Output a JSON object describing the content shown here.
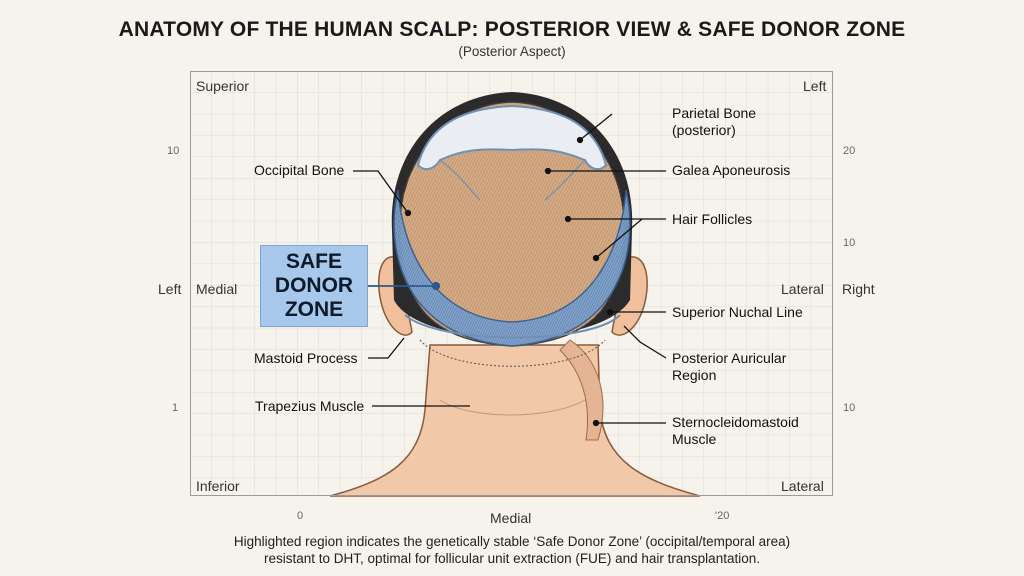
{
  "title": "ANATOMY OF THE HUMAN SCALP: POSTERIOR VIEW & SAFE DONOR ZONE",
  "subtitle": "(Posterior Aspect)",
  "corners": {
    "superior": "Superior",
    "left_top": "Left",
    "inferior": "Inferior",
    "lateral_bottom": "Lateral",
    "left_mid": "Left",
    "medial_mid": "Medial",
    "lateral_mid": "Lateral",
    "right_mid": "Right",
    "medial_bottom": "Medial"
  },
  "ticks": {
    "left_10": "10",
    "left_1": "1",
    "right_20": "20",
    "right_10a": "10",
    "right_10b": "10",
    "bottom_0": "0",
    "bottom_20": "'20"
  },
  "labels": {
    "occipital_bone": "Occipital Bone",
    "mastoid_process": "Mastoid Process",
    "trapezius_muscle": "Trapezius Muscle",
    "parietal_bone_1": "Parietal Bone",
    "parietal_bone_2": "(posterior)",
    "galea_aponeurosis": "Galea Aponeurosis",
    "hair_follicles": "Hair Follicles",
    "superior_nuchal_line": "Superior Nuchal Line",
    "posterior_auricular_1": "Posterior Auricular",
    "posterior_auricular_2": "Region",
    "sternocleidomastoid_1": "Sternocleidomastoid",
    "sternocleidomastoid_2": "Muscle"
  },
  "safe_zone": {
    "line1": "SAFE",
    "line2": "DONOR",
    "line3": "ZONE"
  },
  "caption": {
    "line1": "Highlighted region indicates the genetically stable ‘Safe Donor Zone’ (occipital/temporal area)",
    "line2": "resistant to DHT, optimal for follicular unit extraction (FUE) and hair transplantation."
  },
  "colors": {
    "background": "#f6f2ec",
    "skin": "#f1c9a8",
    "hair_top": "#c89a74",
    "donor_zone": "#7ea3cf",
    "bone": "#eaeef2",
    "dark_hair": "#2b2b2b"
  }
}
